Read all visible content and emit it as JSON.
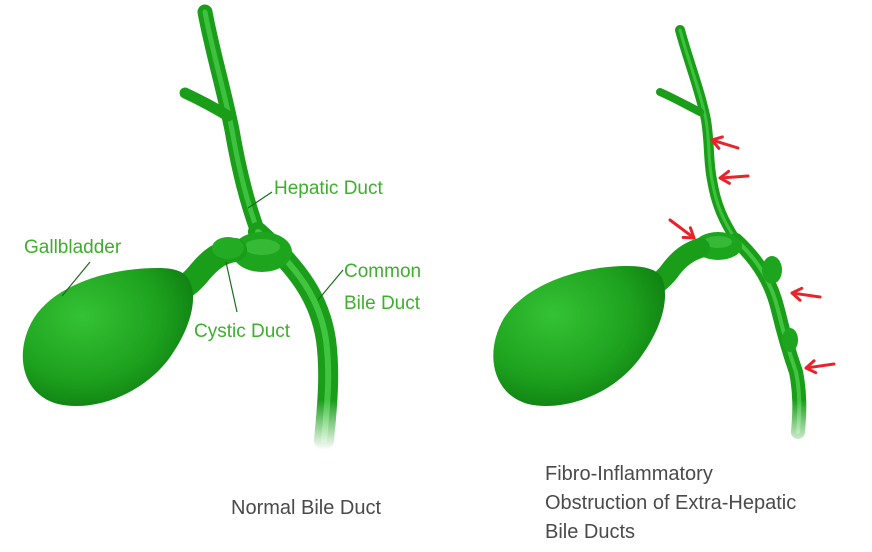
{
  "colors": {
    "organ_green": "#1fa61f",
    "organ_dark": "#0f7a12",
    "label_green": "#3daf2c",
    "arrow_red": "#e8232a",
    "caption_gray": "#4a4a4a"
  },
  "normal_panel": {
    "labels": {
      "gallbladder": "Gallbladder",
      "hepatic_duct": "Hepatic Duct",
      "common_bile_duct_line1": "Common",
      "common_bile_duct_line2": "Bile Duct",
      "cystic_duct": "Cystic Duct"
    },
    "caption": "Normal Bile Duct"
  },
  "obstructed_panel": {
    "arrow_count": 5,
    "caption_lines": [
      "Fibro-Inflammatory",
      "Obstruction of Extra-Hepatic",
      "Bile Ducts"
    ]
  }
}
